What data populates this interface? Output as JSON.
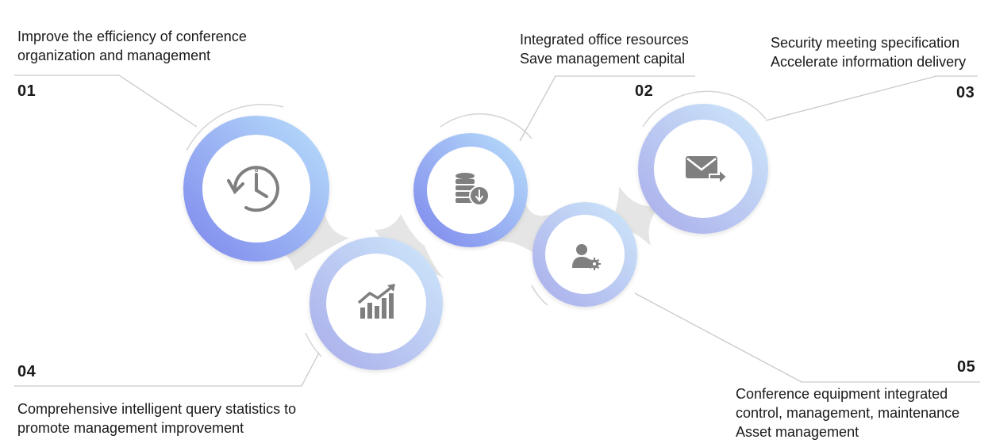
{
  "items": [
    {
      "num": "01",
      "lines": [
        "Improve the efficiency of conference",
        "organization and management"
      ],
      "icon": "clock-history-icon"
    },
    {
      "num": "02",
      "lines": [
        "Integrated office resources",
        "Save management capital"
      ],
      "icon": "coins-download-icon"
    },
    {
      "num": "03",
      "lines": [
        "Security meeting specification",
        "Accelerate information delivery"
      ],
      "icon": "envelope-forward-icon"
    },
    {
      "num": "04",
      "lines": [
        "Comprehensive intelligent query statistics to",
        "promote management improvement"
      ],
      "icon": "bar-chart-growth-icon"
    },
    {
      "num": "05",
      "lines": [
        "Conference equipment integrated",
        "control, management, maintenance",
        "Asset management"
      ],
      "icon": "user-settings-icon"
    }
  ],
  "colors": {
    "ring_start": "#8a92ee",
    "ring_end": "#bfe2fb",
    "connector": "#e4e4e4",
    "icon": "#7f7f7f",
    "leader": "#c9c9c9"
  }
}
